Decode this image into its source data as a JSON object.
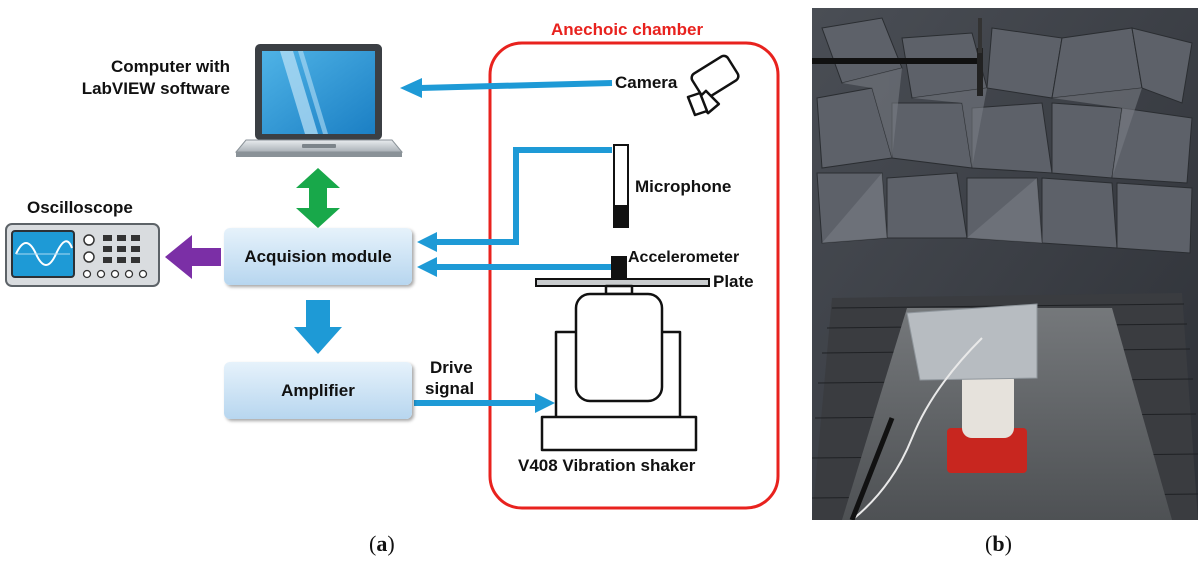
{
  "labels": {
    "anechoic_chamber": "Anechoic chamber",
    "computer_line1": "Computer with",
    "computer_line2": "LabVIEW software",
    "camera": "Camera",
    "microphone": "Microphone",
    "accelerometer": "Accelerometer",
    "plate": "Plate",
    "oscilloscope": "Oscilloscope",
    "acquisition_module": "Acquision module",
    "amplifier": "Amplifier",
    "drive_line1": "Drive",
    "drive_line2": "signal",
    "shaker": "V408 Vibration shaker"
  },
  "captions": {
    "a": "a",
    "b": "b"
  },
  "colors": {
    "signal_arrow": "#1e9ad6",
    "bidirectional_arrow": "#18a84a",
    "oscilloscope_arrow": "#7b2fa6",
    "chamber_border": "#e8221e"
  }
}
